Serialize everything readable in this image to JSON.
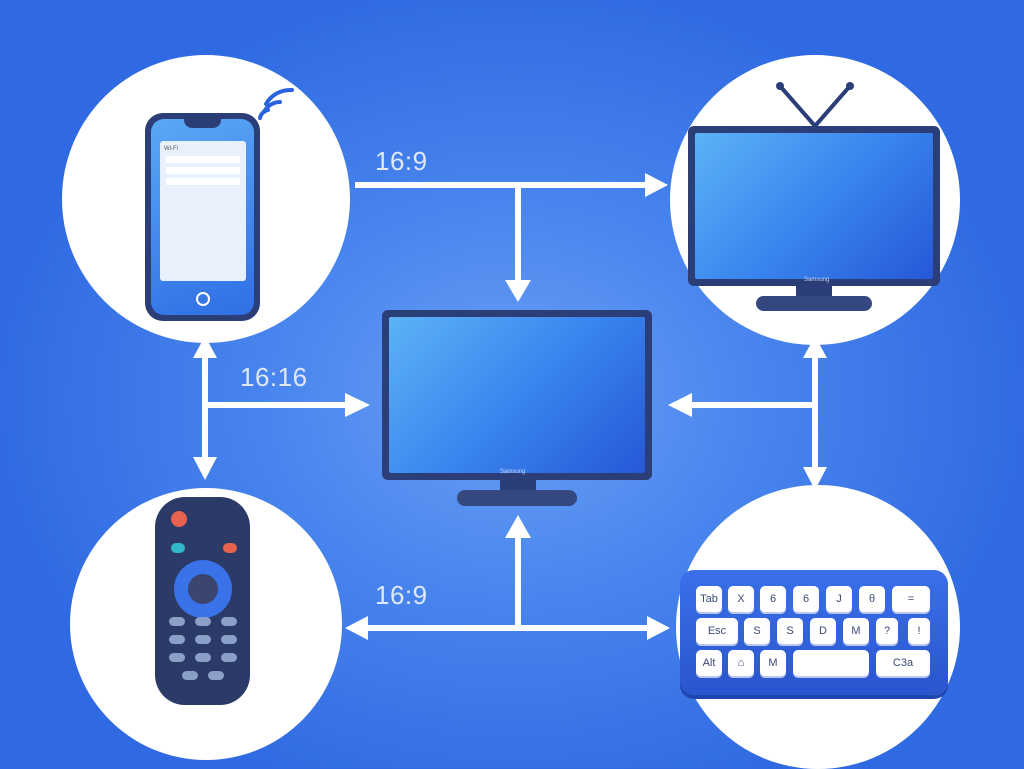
{
  "labels": {
    "top": "16:9",
    "middle_left": "16:16",
    "bottom": "16:9"
  },
  "phone": {
    "screen_text": "Wi-Fi"
  },
  "center_monitor": {
    "brand": "Samsung"
  },
  "tv": {
    "brand": "Samsung"
  },
  "keyboard": {
    "rows": [
      [
        "Tab",
        "X",
        "6",
        "6",
        "J",
        "θ",
        "="
      ],
      [
        "Esc",
        "S",
        "S",
        "D",
        "M",
        "?",
        "!"
      ],
      [
        "Alt",
        "⌂",
        "M",
        "",
        "C3a"
      ]
    ]
  },
  "colors": {
    "background": "#3b78ea",
    "arrow": "#ffffff",
    "device_frame": "#2b3e78",
    "screen": "#3a86ee"
  }
}
